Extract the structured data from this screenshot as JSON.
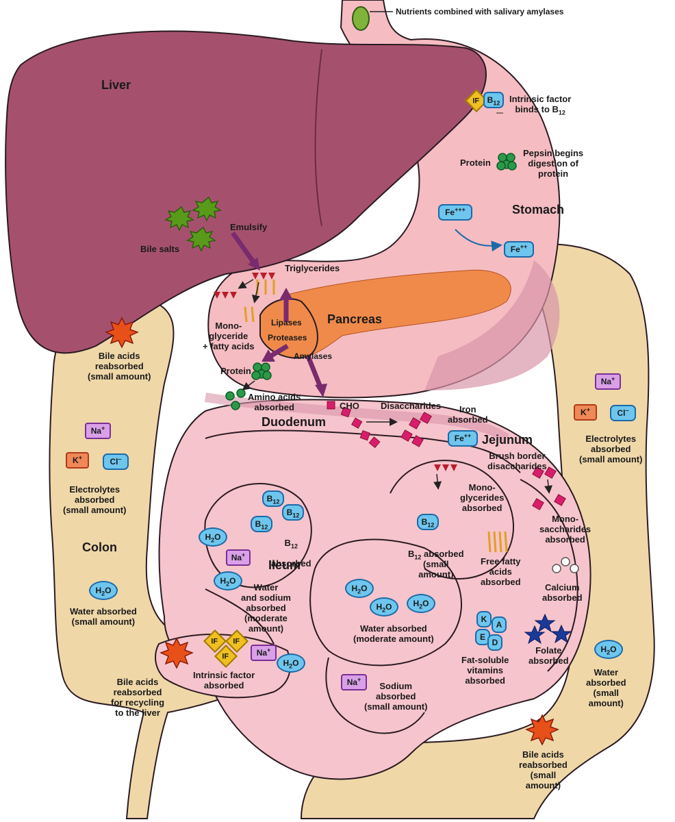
{
  "organs": {
    "liver": "Liver",
    "stomach": "Stomach",
    "pancreas": "Pancreas",
    "duodenum": "Duodenum",
    "jejunum": "Jejunum",
    "ileum": "Ileum",
    "colon": "Colon"
  },
  "labels": {
    "nutrients": "Nutrients combined with salivary amylases",
    "intrinsic_factor": "Intrinsic factor\nbinds to B",
    "protein_stomach": "Protein",
    "pepsin": "Pepsin begins\ndigestion of\nprotein",
    "emulsify": "Emulsify",
    "bile_salts": "Bile salts",
    "triglycerides": "Triglycerides",
    "monoglyceride": "Mono-\nglyceride\n+ fatty acids",
    "lipases": "Lipases",
    "proteases": "Proteases",
    "amylases": "Amylases",
    "protein_duo": "Protein",
    "amino_acids": "Amino acids\nabsorbed",
    "cho": "CHO",
    "disaccharides": "Disaccharides",
    "iron": "Iron\nabsorbed",
    "bile_acids_top": "Bile acids\nreabsorbed\n(small amount)",
    "electrolytes_left": "Electrolytes\nabsorbed\n(small amount)",
    "water_colon": "Water absorbed\n(small amount)",
    "b12_absorbed": "B\nabsorbed",
    "water_sodium": "Water\nand sodium\nabsorbed\n(moderate\namount)",
    "intrinsic_absorbed": "Intrinsic factor\nabsorbed",
    "bile_recycle": "Bile acids\nreabsorbed\nfor recycling\nto the liver",
    "b12_small": "B  absorbed\n(small\namount)",
    "water_moderate": "Water absorbed\n(moderate amount)",
    "sodium_small": "Sodium\nabsorbed\n(small amount)",
    "brush_border": "Brush border\ndisaccharides",
    "monoglycerides_abs": "Mono-\nglycerides\nabsorbed",
    "monosaccharides": "Mono-\nsaccharides\nabsorbed",
    "free_fatty": "Free fatty\nacids\nabsorbed",
    "calcium": "Calcium\nabsorbed",
    "fat_soluble": "Fat-soluble\nvitamins\nabsorbed",
    "folate": "Folate\nabsorbed",
    "electrolytes_right": "Electrolytes\nabsorbed\n(small amount)",
    "water_right": "Water\nabsorbed\n(small\namount)",
    "bile_acids_bottom": "Bile acids\nreabsorbed\n(small\namount)"
  },
  "badges": {
    "if": "IF",
    "b": "B",
    "sub12": "12",
    "fe3": "Fe",
    "fe3_sup": "+++",
    "fe2": "Fe",
    "fe2_sup": "++",
    "na": "Na",
    "plus": "+",
    "k": "K",
    "cl": "Cl",
    "minus": "–",
    "h": "H",
    "o": "O",
    "two": "2",
    "vit_k": "K",
    "vit_a": "A",
    "vit_e": "E",
    "vit_d": "D"
  },
  "colors": {
    "liver": "#a5516e",
    "stomach": "#f5bcc2",
    "colon": "#efd7a8",
    "pancreas": "#ef8a4a",
    "intestine": "#f6c4cc",
    "outline": "#2a1a22",
    "arrow": "#7a2a6e"
  }
}
